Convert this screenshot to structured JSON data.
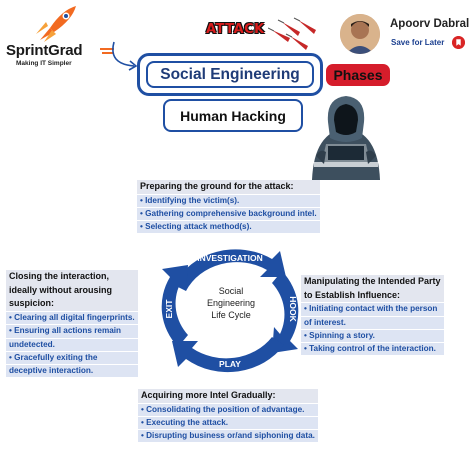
{
  "brand": {
    "name": "SprintGrad",
    "tagline": "Making IT Simpler"
  },
  "header": {
    "attack_label": "ATTACK",
    "author_name": "Apoorv Dabral",
    "save_label": "Save for Later"
  },
  "title": {
    "main": "Social Engineering",
    "badge": "Phases",
    "subtitle": "Human Hacking"
  },
  "cycle": {
    "center_lines": [
      "Social",
      "Engineering",
      "Life Cycle"
    ],
    "stages": [
      "INVESTIGATION",
      "HOOK",
      "PLAY",
      "EXIT"
    ]
  },
  "phases": {
    "investigation": {
      "heading": "Preparing the ground for the attack:",
      "items": [
        "• Identifying the victim(s).",
        "• Gathering comprehensive background intel.",
        "• Selecting attack method(s)."
      ]
    },
    "hook": {
      "heading_lines": [
        "Manipulating the Intended Party",
        "to Establish Influence:"
      ],
      "items": [
        "• Initiating contact with the person",
        "of interest.",
        "• Spinning a story.",
        "• Taking control of the interaction."
      ]
    },
    "play": {
      "heading": "Acquiring more Intel Gradually:",
      "items": [
        "• Consolidating the position of advantage.",
        "• Executing the attack.",
        "• Disrupting business or/and siphoning data."
      ]
    },
    "exit": {
      "heading_lines": [
        "Closing the interaction,",
        "ideally without arousing",
        "suspicion:"
      ],
      "items": [
        "• Clearing all digital fingerprints.",
        "• Ensuring all actions remain",
        "undetected.",
        "• Gracefully exiting the",
        "deceptive interaction."
      ]
    }
  },
  "colors": {
    "primary_blue": "#1f4fa3",
    "accent_red": "#d51d2b",
    "brand_orange": "#f26a21"
  },
  "icons": [
    "rocket-icon",
    "curved-arrow-icon",
    "missile-icon",
    "avatar",
    "bookmark-icon",
    "hacker-illustration"
  ]
}
